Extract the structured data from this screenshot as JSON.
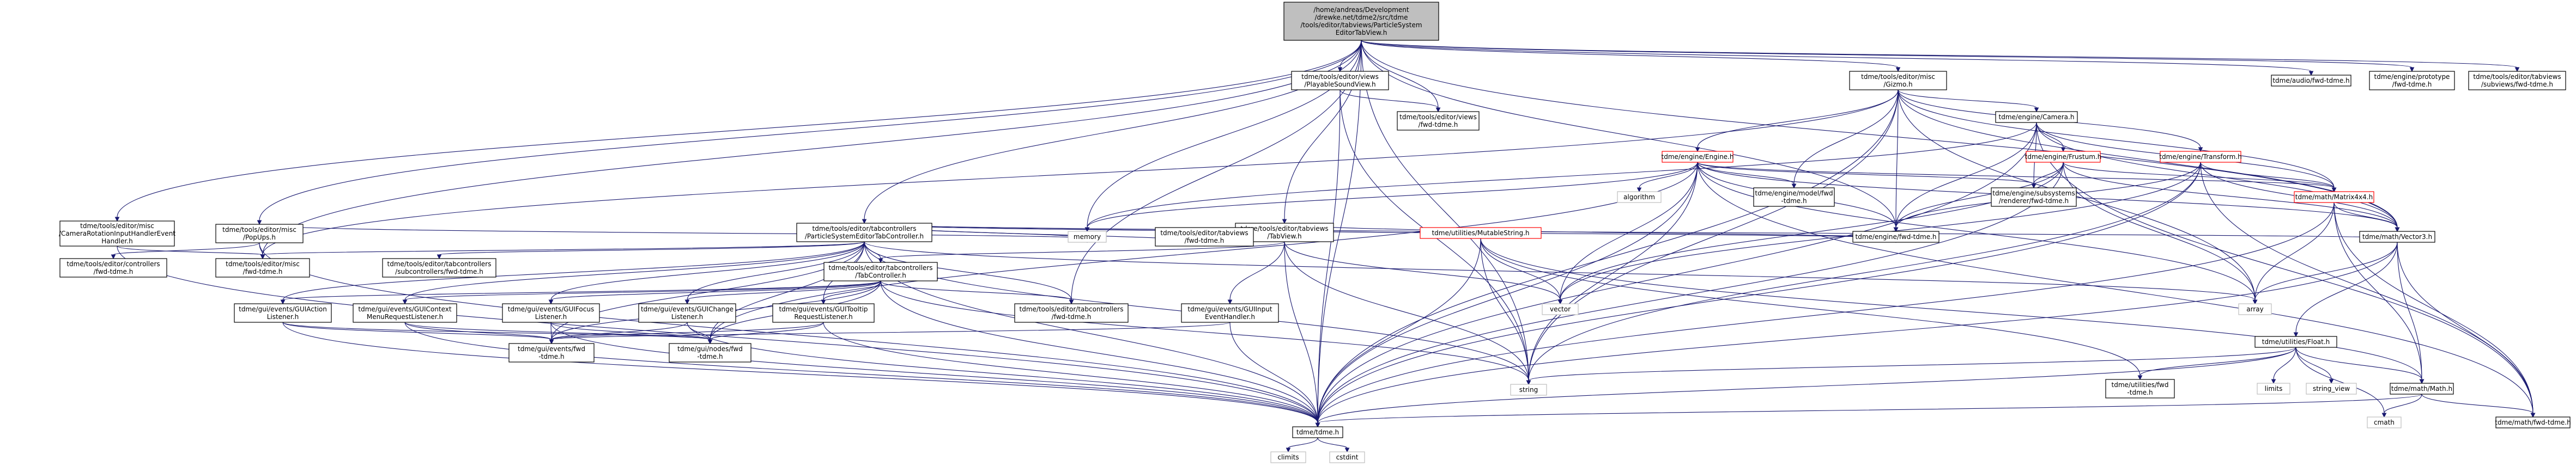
{
  "diagram": {
    "nodes": [
      {
        "id": "root",
        "lines": [
          "/home/andreas/Development",
          "/drewke.net/tdme2/src/tdme",
          "/tools/editor/tabviews/ParticleSystem",
          "EditorTabView.h"
        ],
        "fill": "#bfbfbf",
        "stroke": "#000000"
      },
      {
        "id": "n_camrot",
        "lines": [
          "tdme/tools/editor/misc",
          "/CameraRotationInputHandlerEvent",
          "Handler.h"
        ]
      },
      {
        "id": "n_popups",
        "lines": [
          "tdme/tools/editor/misc",
          "/PopUps.h"
        ]
      },
      {
        "id": "n_pstabctrl",
        "lines": [
          "tdme/tools/editor/tabcontrollers",
          "/ParticleSystemEditorTabController.h"
        ]
      },
      {
        "id": "n_playsnd",
        "lines": [
          "tdme/tools/editor/views",
          "/PlayableSoundView.h"
        ]
      },
      {
        "id": "n_tabview",
        "lines": [
          "tdme/tools/editor/tabviews",
          "/TabView.h"
        ]
      },
      {
        "id": "n_gizmo",
        "lines": [
          "tdme/tools/editor/misc",
          "/Gizmo.h"
        ]
      },
      {
        "id": "n_audiofwd",
        "lines": [
          "tdme/audio/fwd-tdme.h"
        ]
      },
      {
        "id": "n_protofwd",
        "lines": [
          "tdme/engine/prototype",
          "/fwd-tdme.h"
        ]
      },
      {
        "id": "n_subviewsfwd",
        "lines": [
          "tdme/tools/editor/tabviews",
          "/subviews/fwd-tdme.h"
        ]
      },
      {
        "id": "n_viewsfwd",
        "lines": [
          "tdme/tools/editor/views",
          "/fwd-tdme.h"
        ]
      },
      {
        "id": "n_camera",
        "lines": [
          "tdme/engine/Camera.h"
        ]
      },
      {
        "id": "n_engine",
        "lines": [
          "tdme/engine/Engine.h"
        ],
        "stroke": "#ff0000"
      },
      {
        "id": "n_frustum",
        "lines": [
          "tdme/engine/Frustum.h"
        ],
        "stroke": "#ff0000"
      },
      {
        "id": "n_transform",
        "lines": [
          "tdme/engine/Transform.h"
        ],
        "stroke": "#ff0000"
      },
      {
        "id": "n_matrix",
        "lines": [
          "tdme/math/Matrix4x4.h"
        ],
        "stroke": "#ff0000"
      },
      {
        "id": "n_algorithm",
        "lines": [
          "algorithm"
        ],
        "fill": "#ffffff",
        "stroke": "#bfbfbf"
      },
      {
        "id": "n_modelfwd",
        "lines": [
          "tdme/engine/model/fwd",
          "-tdme.h"
        ]
      },
      {
        "id": "n_subsysfwd",
        "lines": [
          "tdme/engine/subsystems",
          "/renderer/fwd-tdme.h"
        ]
      },
      {
        "id": "n_enginefwd",
        "lines": [
          "tdme/engine/fwd-tdme.h"
        ]
      },
      {
        "id": "n_miscfwd",
        "lines": [
          "tdme/tools/editor/misc",
          "/fwd-tdme.h"
        ]
      },
      {
        "id": "n_ctrlfwd",
        "lines": [
          "tdme/tools/editor/controllers",
          "/fwd-tdme.h"
        ]
      },
      {
        "id": "n_subctrlfwd",
        "lines": [
          "tdme/tools/editor/tabcontrollers",
          "/subcontrollers/fwd-tdme.h"
        ]
      },
      {
        "id": "n_memory",
        "lines": [
          "memory"
        ],
        "fill": "#ffffff",
        "stroke": "#bfbfbf"
      },
      {
        "id": "n_tabviewsfwd",
        "lines": [
          "tdme/tools/editor/tabviews",
          "/fwd-tdme.h"
        ]
      },
      {
        "id": "n_mutable",
        "lines": [
          "tdme/utilities/MutableString.h"
        ],
        "stroke": "#ff0000"
      },
      {
        "id": "n_vector3",
        "lines": [
          "tdme/math/Vector3.h"
        ]
      },
      {
        "id": "n_tabctrl",
        "lines": [
          "tdme/tools/editor/tabcontrollers",
          "/TabController.h"
        ]
      },
      {
        "id": "n_vector",
        "lines": [
          "vector"
        ],
        "fill": "#ffffff",
        "stroke": "#bfbfbf"
      },
      {
        "id": "n_array",
        "lines": [
          "array"
        ],
        "fill": "#ffffff",
        "stroke": "#bfbfbf"
      },
      {
        "id": "n_float",
        "lines": [
          "tdme/utilities/Float.h"
        ]
      },
      {
        "id": "n_guiaction",
        "lines": [
          "tdme/gui/events/GUIAction",
          "Listener.h"
        ]
      },
      {
        "id": "n_guictx",
        "lines": [
          "tdme/gui/events/GUIContext",
          "MenuRequestListener.h"
        ]
      },
      {
        "id": "n_guifocus",
        "lines": [
          "tdme/gui/events/GUIFocus",
          "Listener.h"
        ]
      },
      {
        "id": "n_guichange",
        "lines": [
          "tdme/gui/events/GUIChange",
          "Listener.h"
        ]
      },
      {
        "id": "n_guitooltip",
        "lines": [
          "tdme/gui/events/GUITooltip",
          "RequestListener.h"
        ]
      },
      {
        "id": "n_tabctrlfwd",
        "lines": [
          "tdme/tools/editor/tabcontrollers",
          "/fwd-tdme.h"
        ]
      },
      {
        "id": "n_guiinput",
        "lines": [
          "tdme/gui/events/GUIInput",
          "EventHandler.h"
        ]
      },
      {
        "id": "n_limits",
        "lines": [
          "limits"
        ],
        "fill": "#ffffff",
        "stroke": "#bfbfbf"
      },
      {
        "id": "n_stringview",
        "lines": [
          "string_view"
        ],
        "fill": "#ffffff",
        "stroke": "#bfbfbf"
      },
      {
        "id": "n_string",
        "lines": [
          "string"
        ],
        "fill": "#ffffff",
        "stroke": "#bfbfbf"
      },
      {
        "id": "n_utilfwd",
        "lines": [
          "tdme/utilities/fwd",
          "-tdme.h"
        ]
      },
      {
        "id": "n_math",
        "lines": [
          "tdme/math/Math.h"
        ]
      },
      {
        "id": "n_eventsfwd",
        "lines": [
          "tdme/gui/events/fwd",
          "-tdme.h"
        ]
      },
      {
        "id": "n_nodesfwd",
        "lines": [
          "tdme/gui/nodes/fwd",
          "-tdme.h"
        ]
      },
      {
        "id": "n_cmath",
        "lines": [
          "cmath"
        ],
        "fill": "#ffffff",
        "stroke": "#bfbfbf"
      },
      {
        "id": "n_mathfwd",
        "lines": [
          "tdme/math/fwd-tdme.h"
        ]
      },
      {
        "id": "n_tdme",
        "lines": [
          "tdme/tdme.h"
        ]
      },
      {
        "id": "n_climits",
        "lines": [
          "climits"
        ],
        "fill": "#ffffff",
        "stroke": "#bfbfbf"
      },
      {
        "id": "n_cstdint",
        "lines": [
          "cstdint"
        ],
        "fill": "#ffffff",
        "stroke": "#bfbfbf"
      }
    ],
    "edges": [
      [
        "root",
        "n_camrot"
      ],
      [
        "root",
        "n_popups"
      ],
      [
        "root",
        "n_pstabctrl"
      ],
      [
        "root",
        "n_playsnd"
      ],
      [
        "root",
        "n_tabview"
      ],
      [
        "root",
        "n_gizmo"
      ],
      [
        "root",
        "n_audiofwd"
      ],
      [
        "root",
        "n_protofwd"
      ],
      [
        "root",
        "n_subviewsfwd"
      ],
      [
        "root",
        "n_viewsfwd"
      ],
      [
        "root",
        "n_miscfwd"
      ],
      [
        "root",
        "n_memory"
      ],
      [
        "root",
        "n_string"
      ],
      [
        "root",
        "n_tdme"
      ],
      [
        "root",
        "n_enginefwd"
      ],
      [
        "root",
        "n_vector3"
      ],
      [
        "root",
        "n_tabctrlfwd"
      ],
      [
        "n_camrot",
        "n_miscfwd"
      ],
      [
        "n_camrot",
        "n_tdme"
      ],
      [
        "n_popups",
        "n_miscfwd"
      ],
      [
        "n_popups",
        "n_ctrlfwd"
      ],
      [
        "n_popups",
        "n_tdme"
      ],
      [
        "n_popups",
        "n_memory"
      ],
      [
        "n_pstabctrl",
        "n_tabctrl"
      ],
      [
        "n_pstabctrl",
        "n_memory"
      ],
      [
        "n_pstabctrl",
        "n_string"
      ],
      [
        "n_pstabctrl",
        "n_tdme"
      ],
      [
        "n_pstabctrl",
        "n_subctrlfwd"
      ],
      [
        "n_pstabctrl",
        "n_miscfwd"
      ],
      [
        "n_pstabctrl",
        "n_tabviewsfwd"
      ],
      [
        "n_pstabctrl",
        "n_tabctrlfwd"
      ],
      [
        "n_pstabctrl",
        "n_mutable"
      ],
      [
        "n_pstabctrl",
        "n_guiaction"
      ],
      [
        "n_pstabctrl",
        "n_guictx"
      ],
      [
        "n_pstabctrl",
        "n_guifocus"
      ],
      [
        "n_pstabctrl",
        "n_guichange"
      ],
      [
        "n_pstabctrl",
        "n_guitooltip"
      ],
      [
        "n_pstabctrl",
        "n_eventsfwd"
      ],
      [
        "n_pstabctrl",
        "n_nodesfwd"
      ],
      [
        "n_pstabctrl",
        "n_vector3"
      ],
      [
        "n_pstabctrl",
        "n_enginefwd"
      ],
      [
        "n_pstabctrl",
        "n_array"
      ],
      [
        "n_playsnd",
        "n_viewsfwd"
      ],
      [
        "n_playsnd",
        "n_tdme"
      ],
      [
        "n_playsnd",
        "n_string"
      ],
      [
        "n_tabview",
        "n_tabviewsfwd"
      ],
      [
        "n_tabview",
        "n_tabctrl"
      ],
      [
        "n_tabview",
        "n_guiinput"
      ],
      [
        "n_tabview",
        "n_tdme"
      ],
      [
        "n_tabview",
        "n_string"
      ],
      [
        "n_tabview",
        "n_enginefwd"
      ],
      [
        "n_tabview",
        "n_vector"
      ],
      [
        "n_gizmo",
        "n_camera"
      ],
      [
        "n_gizmo",
        "n_engine"
      ],
      [
        "n_gizmo",
        "n_transform"
      ],
      [
        "n_gizmo",
        "n_matrix"
      ],
      [
        "n_gizmo",
        "n_vector3"
      ],
      [
        "n_gizmo",
        "n_modelfwd"
      ],
      [
        "n_gizmo",
        "n_enginefwd"
      ],
      [
        "n_gizmo",
        "n_miscfwd"
      ],
      [
        "n_gizmo",
        "n_array"
      ],
      [
        "n_gizmo",
        "n_tdme"
      ],
      [
        "n_gizmo",
        "n_string"
      ],
      [
        "n_camera",
        "n_frustum"
      ],
      [
        "n_camera",
        "n_matrix"
      ],
      [
        "n_camera",
        "n_vector3"
      ],
      [
        "n_camera",
        "n_subsysfwd"
      ],
      [
        "n_camera",
        "n_enginefwd"
      ],
      [
        "n_camera",
        "n_tdme"
      ],
      [
        "n_camera",
        "n_mathfwd"
      ],
      [
        "n_camera",
        "n_memory"
      ],
      [
        "n_engine",
        "n_algorithm"
      ],
      [
        "n_engine",
        "n_modelfwd"
      ],
      [
        "n_engine",
        "n_subsysfwd"
      ],
      [
        "n_engine",
        "n_enginefwd"
      ],
      [
        "n_engine",
        "n_matrix"
      ],
      [
        "n_engine",
        "n_vector3"
      ],
      [
        "n_engine",
        "n_memory"
      ],
      [
        "n_engine",
        "n_array"
      ],
      [
        "n_engine",
        "n_string"
      ],
      [
        "n_engine",
        "n_vector"
      ],
      [
        "n_engine",
        "n_tdme"
      ],
      [
        "n_engine",
        "n_nodesfwd"
      ],
      [
        "n_engine",
        "n_mathfwd"
      ],
      [
        "n_frustum",
        "n_matrix"
      ],
      [
        "n_frustum",
        "n_vector3"
      ],
      [
        "n_frustum",
        "n_enginefwd"
      ],
      [
        "n_frustum",
        "n_subsysfwd"
      ],
      [
        "n_frustum",
        "n_array"
      ],
      [
        "n_frustum",
        "n_vector"
      ],
      [
        "n_frustum",
        "n_tdme"
      ],
      [
        "n_transform",
        "n_matrix"
      ],
      [
        "n_transform",
        "n_vector3"
      ],
      [
        "n_transform",
        "n_enginefwd"
      ],
      [
        "n_transform",
        "n_vector"
      ],
      [
        "n_transform",
        "n_tdme"
      ],
      [
        "n_transform",
        "n_mathfwd"
      ],
      [
        "n_transform",
        "n_string"
      ],
      [
        "n_matrix",
        "n_vector3"
      ],
      [
        "n_matrix",
        "n_math"
      ],
      [
        "n_matrix",
        "n_array"
      ],
      [
        "n_matrix",
        "n_tdme"
      ],
      [
        "n_matrix",
        "n_mathfwd"
      ],
      [
        "n_vector3",
        "n_float"
      ],
      [
        "n_vector3",
        "n_math"
      ],
      [
        "n_vector3",
        "n_array"
      ],
      [
        "n_vector3",
        "n_tdme"
      ],
      [
        "n_vector3",
        "n_mathfwd"
      ],
      [
        "n_mutable",
        "n_vector"
      ],
      [
        "n_mutable",
        "n_string"
      ],
      [
        "n_mutable",
        "n_tdme"
      ],
      [
        "n_mutable",
        "n_utilfwd"
      ],
      [
        "n_mutable",
        "n_math"
      ],
      [
        "n_tabctrl",
        "n_guiaction"
      ],
      [
        "n_tabctrl",
        "n_guictx"
      ],
      [
        "n_tabctrl",
        "n_guifocus"
      ],
      [
        "n_tabctrl",
        "n_guichange"
      ],
      [
        "n_tabctrl",
        "n_guitooltip"
      ],
      [
        "n_tabctrl",
        "n_tabctrlfwd"
      ],
      [
        "n_tabctrl",
        "n_tdme"
      ],
      [
        "n_tabctrl",
        "n_string"
      ],
      [
        "n_tabctrl",
        "n_nodesfwd"
      ],
      [
        "n_tabctrl",
        "n_eventsfwd"
      ],
      [
        "n_float",
        "n_limits"
      ],
      [
        "n_float",
        "n_stringview"
      ],
      [
        "n_float",
        "n_string"
      ],
      [
        "n_float",
        "n_utilfwd"
      ],
      [
        "n_float",
        "n_math"
      ],
      [
        "n_float",
        "n_tdme"
      ],
      [
        "n_float",
        "n_cmath"
      ],
      [
        "n_guiaction",
        "n_eventsfwd"
      ],
      [
        "n_guiaction",
        "n_nodesfwd"
      ],
      [
        "n_guiaction",
        "n_tdme"
      ],
      [
        "n_guictx",
        "n_eventsfwd"
      ],
      [
        "n_guictx",
        "n_nodesfwd"
      ],
      [
        "n_guictx",
        "n_tdme"
      ],
      [
        "n_guifocus",
        "n_eventsfwd"
      ],
      [
        "n_guifocus",
        "n_nodesfwd"
      ],
      [
        "n_guifocus",
        "n_tdme"
      ],
      [
        "n_guichange",
        "n_eventsfwd"
      ],
      [
        "n_guichange",
        "n_nodesfwd"
      ],
      [
        "n_guichange",
        "n_tdme"
      ],
      [
        "n_guitooltip",
        "n_eventsfwd"
      ],
      [
        "n_guitooltip",
        "n_nodesfwd"
      ],
      [
        "n_guitooltip",
        "n_tdme"
      ],
      [
        "n_guiinput",
        "n_eventsfwd"
      ],
      [
        "n_guiinput",
        "n_tdme"
      ],
      [
        "n_math",
        "n_cmath"
      ],
      [
        "n_math",
        "n_mathfwd"
      ],
      [
        "n_math",
        "n_tdme"
      ],
      [
        "n_tdme",
        "n_climits"
      ],
      [
        "n_tdme",
        "n_cstdint"
      ]
    ],
    "colors": {
      "node_fill": "#ffffff",
      "node_stroke": "#000000",
      "edge": "#191970",
      "highlight_fill": "#bfbfbf",
      "system_stroke": "#bfbfbf",
      "truncated_stroke": "#ff0000"
    }
  }
}
